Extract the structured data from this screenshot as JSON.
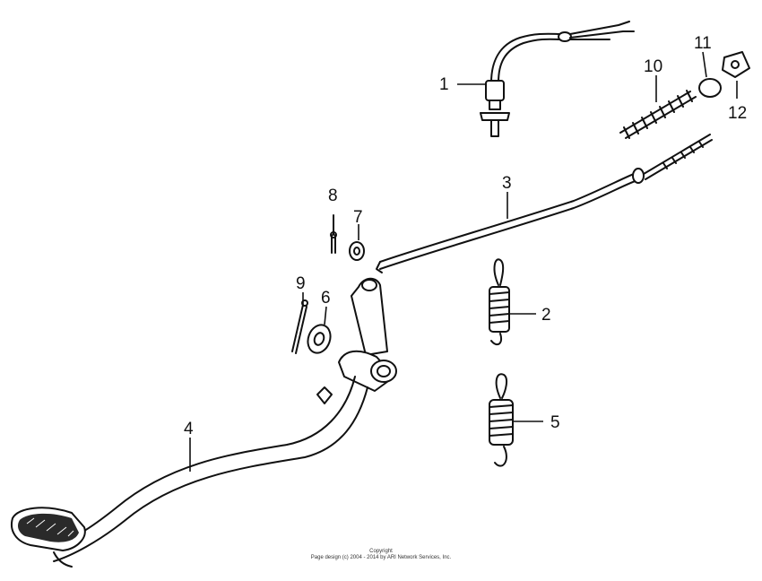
{
  "callouts": [
    "1",
    "2",
    "3",
    "4",
    "5",
    "6",
    "7",
    "8",
    "9",
    "10",
    "11",
    "12"
  ],
  "copyright": {
    "line1": "Copyright",
    "line2": "Page design (c) 2004 - 2014 by ARI Network Services, Inc."
  }
}
